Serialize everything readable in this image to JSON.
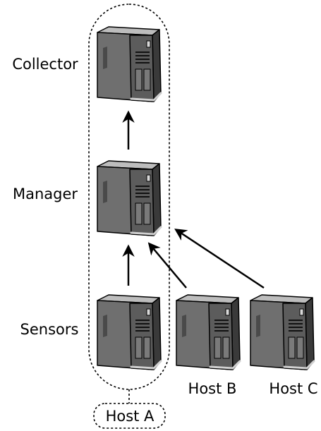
{
  "labels": {
    "collector": "Collector",
    "manager": "Manager",
    "sensors": "Sensors",
    "host_a": "Host A",
    "host_b": "Host B",
    "host_c": "Host C"
  },
  "icons": [
    "server-icon"
  ],
  "colors": {
    "server_face": "#6f6f6f",
    "server_dark": "#3a3a3a",
    "server_light": "#bdbdbd",
    "outline": "#000000"
  }
}
